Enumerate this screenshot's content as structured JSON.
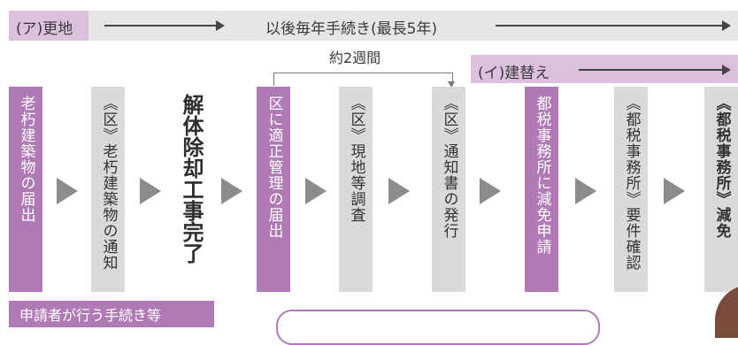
{
  "top_banner": {
    "left_label": "(ア)更地",
    "right_label": "以後毎年手続き(最長5年)"
  },
  "interval_label": "約2週間",
  "rebuild_banner": {
    "label": "(イ)建替え"
  },
  "steps": [
    {
      "text": "老朽建築物の届出",
      "style": "pink"
    },
    {
      "text": "《区》老朽建築物の通知",
      "style": "gray"
    },
    {
      "text": "解体除却工事完了",
      "style": "plain"
    },
    {
      "text": "区に適正管理の届出",
      "style": "pink"
    },
    {
      "text": "《区》現地等調査",
      "style": "gray"
    },
    {
      "text": "《区》通知書の発行",
      "style": "gray"
    },
    {
      "text": "都税事務所に減免申請",
      "style": "pink"
    },
    {
      "text": "《都税事務所》要件確認",
      "style": "gray"
    },
    {
      "text": "《都税事務所》減免",
      "style": "gray-bold"
    }
  ],
  "legend": {
    "applicant_label": "申請者が行う手続き等"
  },
  "colors": {
    "pink_dark": "#b07ab7",
    "pink_light": "#dcc0dd",
    "gray_box": "#dadada",
    "arrow": "#8c8c8c"
  }
}
